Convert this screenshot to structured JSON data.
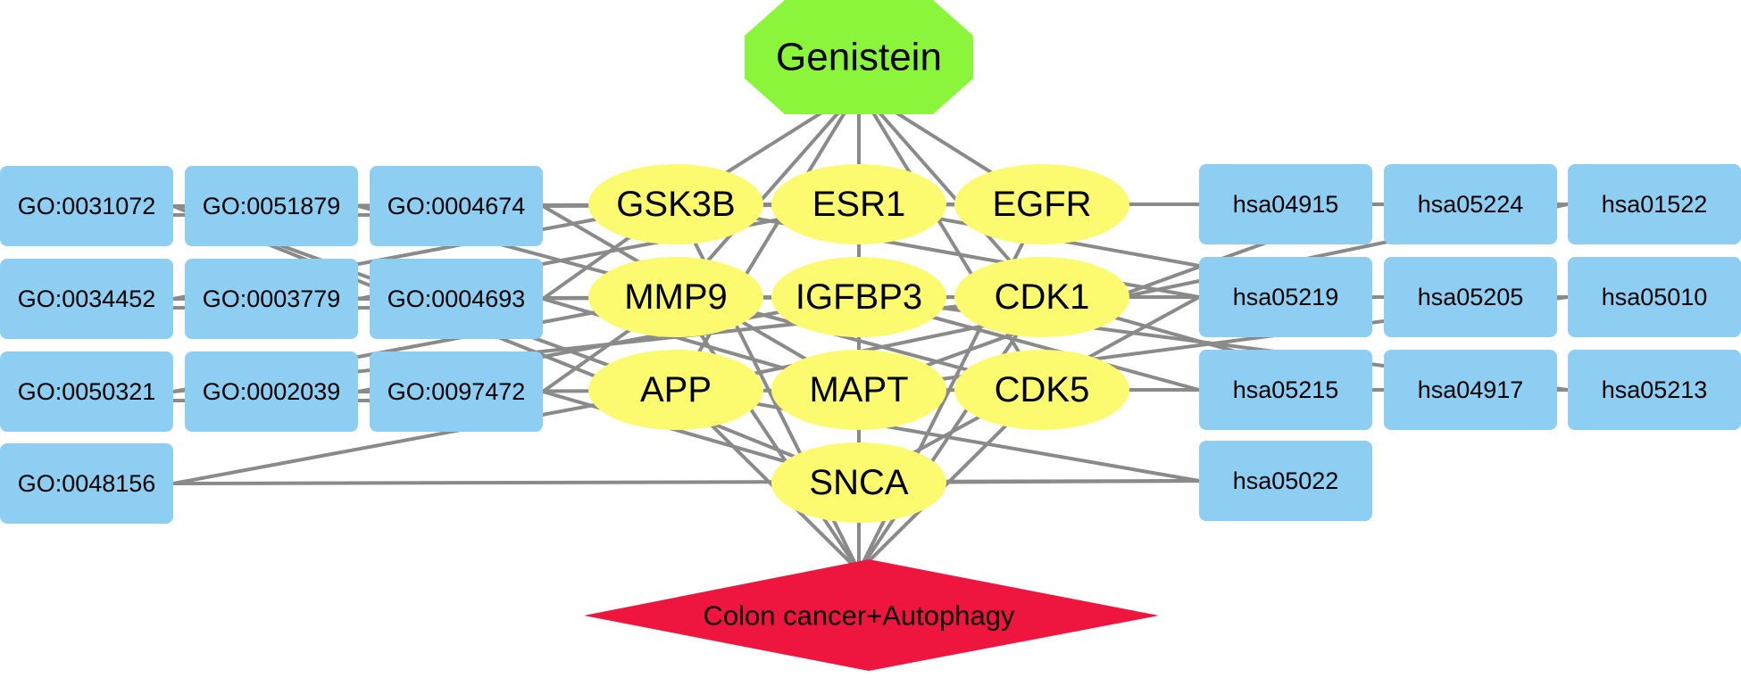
{
  "colors": {
    "drug": "#8AF53A",
    "target": "#FCFA6E",
    "term": "#8DCEF2",
    "disease": "#EE163F",
    "edge": "#8A8A8A"
  },
  "drug": {
    "label": "Genistein"
  },
  "disease": {
    "label": "Colon cancer+Autophagy"
  },
  "targets": [
    "GSK3B",
    "ESR1",
    "EGFR",
    "MMP9",
    "IGFBP3",
    "CDK1",
    "APP",
    "MAPT",
    "CDK5",
    "SNCA"
  ],
  "go_terms": [
    "GO:0031072",
    "GO:0051879",
    "GO:0004674",
    "GO:0034452",
    "GO:0003779",
    "GO:0004693",
    "GO:0050321",
    "GO:0002039",
    "GO:0097472",
    "GO:0048156"
  ],
  "pathways": [
    "hsa04915",
    "hsa05224",
    "hsa01522",
    "hsa05219",
    "hsa05205",
    "hsa05010",
    "hsa05215",
    "hsa04917",
    "hsa05213",
    "hsa05022"
  ]
}
